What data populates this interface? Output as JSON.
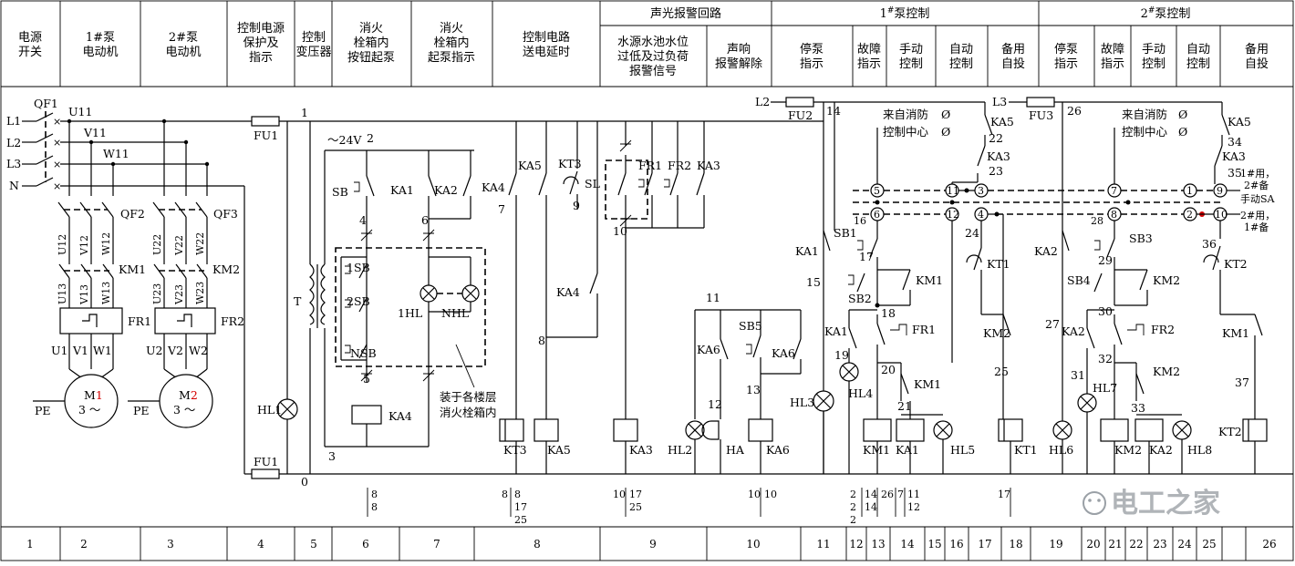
{
  "header": {
    "columns": [
      {
        "label": "电源开关"
      },
      {
        "label": "1#泵电动机"
      },
      {
        "label": "2#泵电动机"
      },
      {
        "label": "控制电源保护及指示"
      },
      {
        "label": "控制变压器"
      },
      {
        "label": "消火栓箱内按钮起泵"
      },
      {
        "label": "消火栓箱内起泵指示"
      },
      {
        "label": "控制电路送电延时"
      },
      {
        "label": "声光报警回路"
      },
      {
        "label": "水源水池水位过低及过负荷报警信号"
      },
      {
        "label": "声响报警解除"
      },
      {
        "label": "1#泵控制"
      },
      {
        "label": "停泵指示"
      },
      {
        "label": "故障指示"
      },
      {
        "label": "手动控制"
      },
      {
        "label": "自动控制"
      },
      {
        "label": "备用自投"
      },
      {
        "label": "2#泵控制"
      }
    ]
  },
  "footer": {
    "numbers": [
      "1",
      "2",
      "3",
      "4",
      "5",
      "6",
      "7",
      "8",
      "9",
      "10",
      "11",
      "12",
      "13",
      "14",
      "15",
      "16",
      "17",
      "18",
      "19",
      "20",
      "21",
      "22",
      "23",
      "24",
      "25",
      "26"
    ]
  },
  "cross_refs": [
    {
      "text": "8"
    },
    {
      "text": "8"
    },
    {
      "text": "8"
    },
    {
      "text": "8"
    },
    {
      "text": "17"
    },
    {
      "text": "25"
    },
    {
      "text": "10"
    },
    {
      "text": "17"
    },
    {
      "text": "25"
    },
    {
      "text": "10"
    },
    {
      "text": "10"
    },
    {
      "text": "2"
    },
    {
      "text": "2"
    },
    {
      "text": "2"
    },
    {
      "text": "14"
    },
    {
      "text": "14"
    },
    {
      "text": "26"
    },
    {
      "text": "7"
    },
    {
      "text": "11"
    },
    {
      "text": "12"
    },
    {
      "text": "17"
    }
  ],
  "watermark": "电工之家",
  "labels": {
    "L1": "L1",
    "L2": "L2",
    "L3": "L3",
    "N": "N",
    "PE": "PE",
    "QF1": "QF1",
    "QF2": "QF2",
    "QF3": "QF3",
    "U11": "U11",
    "V11": "V11",
    "W11": "W11",
    "U12": "U12",
    "V12": "V12",
    "W12": "W12",
    "U13": "U13",
    "V13": "V13",
    "W13": "W13",
    "U22": "U22",
    "V22": "V22",
    "W22": "W22",
    "U23": "U23",
    "V23": "V23",
    "W23": "W23",
    "KM1": "KM1",
    "KM2": "KM2",
    "FR1": "FR1",
    "FR2": "FR2",
    "U1": "U1",
    "V1": "V1",
    "W1": "W1",
    "U2": "U2",
    "V2": "V2",
    "W2": "W2",
    "M1": "M",
    "M1n": "1",
    "M2": "M",
    "M2n": "2",
    "ac": "3 ～",
    "FU1": "FU1",
    "FU2": "FU2",
    "FU3": "FU3",
    "HL1": "HL1",
    "T": "T",
    "v24": "～24V",
    "SB": "SB",
    "SB1": "1SB",
    "SB2": "2SB",
    "NSB": "NSB",
    "HL1b": "1HL",
    "NHL": "NHL",
    "KA1": "KA1",
    "KA2": "KA2",
    "KA3": "KA3",
    "KA4": "KA4",
    "KA5": "KA5",
    "KA6": "KA6",
    "KT1": "KT1",
    "KT2": "KT2",
    "KT3": "KT3",
    "SL": "SL",
    "HA": "HA",
    "HL2": "HL2",
    "HL3": "HL3",
    "HL4": "HL4",
    "HL5": "HL5",
    "HL6": "HL6",
    "HL7": "HL7",
    "HL8": "HL8",
    "SBa": "SB1",
    "SBb": "SB2",
    "SB3": "SB3",
    "SB4": "SB4",
    "SB5": "SB5",
    "note": "装于各楼层消火栓箱内",
    "from_fire": "来自消防控制中心",
    "sa_1": "1#用，2#备",
    "sa_m": "手动SA",
    "sa_2": "2#用，1#备",
    "L2b": "L2",
    "L3b": "L3"
  },
  "wire_numbers": [
    "1",
    "2",
    "3",
    "4",
    "5",
    "6",
    "7",
    "8",
    "9",
    "10",
    "11",
    "12",
    "13",
    "14",
    "15",
    "16",
    "17",
    "18",
    "19",
    "20",
    "21",
    "22",
    "23",
    "24",
    "25",
    "26",
    "27",
    "28",
    "29",
    "30",
    "31",
    "32",
    "33",
    "34",
    "35",
    "36",
    "37",
    "0"
  ]
}
